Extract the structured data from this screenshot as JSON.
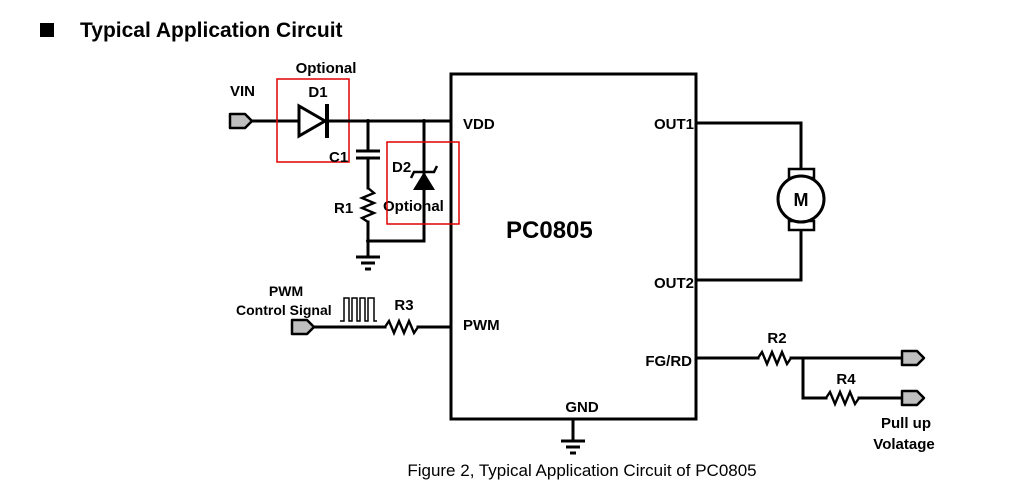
{
  "section": {
    "bullet_icon": "black-square",
    "title": "Typical Application Circuit"
  },
  "ic": {
    "name": "PC0805",
    "pins": {
      "vdd": "VDD",
      "pwm": "PWM",
      "out1": "OUT1",
      "out2": "OUT2",
      "fg_rd": "FG/RD",
      "gnd": "GND"
    }
  },
  "components": {
    "vin": "VIN",
    "d1": "D1",
    "d1_optional": "Optional",
    "c1": "C1",
    "r1": "R1",
    "d2": "D2",
    "d2_optional": "Optional",
    "r3": "R3",
    "pwm_signal_line1": "PWM",
    "pwm_signal_line2": "Control Signal",
    "motor": "M",
    "r2": "R2",
    "r4": "R4",
    "pullup_line1": "Pull up",
    "pullup_line2": "Volatage"
  },
  "caption": "Figure 2, Typical Application Circuit of PC0805"
}
